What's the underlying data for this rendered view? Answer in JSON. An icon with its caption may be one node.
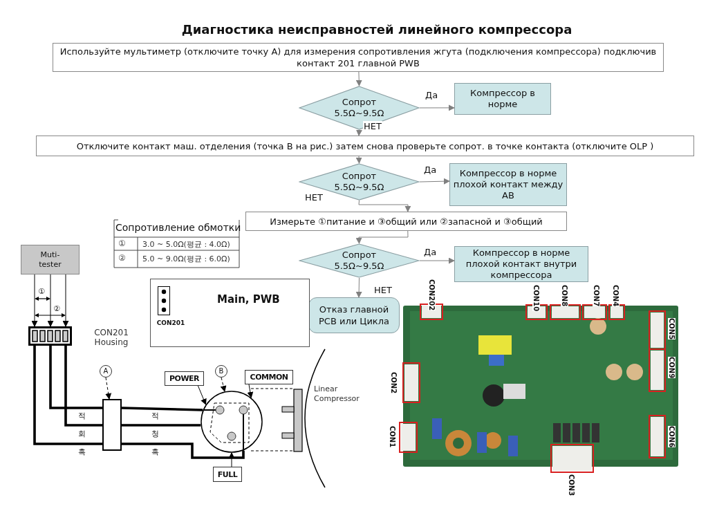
{
  "diagram": {
    "title": "Диагностика неисправностей линейного компрессора",
    "nodes": [
      {
        "text": [
          "Используйте мультиметр (отключите точку  A) для измерения сопротивления жгута (подключения компрессора) подключив контакт 201 главной PWB"
        ]
      },
      {
        "text": [
          "Сопрот 5.5Ω~9.5Ω"
        ]
      },
      {
        "text": [
          "Компрессор в норме"
        ]
      },
      {
        "text": [
          "Отключите контакт маш. отделения (точка B на рис.) затем снова проверьте сопрот. в  точке контакта (отключите  OLP )"
        ]
      },
      {
        "text": [
          "Сопрот 5.5Ω~9.5Ω"
        ]
      },
      {
        "text": [
          "Компрессор в норме плохой контакт между АВ"
        ]
      },
      {
        "text": [
          "Измерьте ①питание и ③общий или  ②запасной и ③общий"
        ]
      },
      {
        "text": [
          "Сопрот 5.5Ω~9.5Ω"
        ]
      },
      {
        "text": [
          "Компрессор в норме плохой контакт внутри компрессора"
        ]
      },
      {
        "text": [
          "Отказ главной PCB или Цикла"
        ]
      },
      {
        "text": [
          "Muti- tester"
        ]
      },
      {
        "text": [],
        "shape": "box",
        "beside": [
          "CON201 Housing"
        ]
      },
      {
        "text": [],
        "shape": "box"
      },
      {
        "text": [],
        "shape": "circle"
      },
      {
        "text": [
          "POWER"
        ]
      },
      {
        "text": [
          "COMMON"
        ]
      },
      {
        "text": [
          "FULL"
        ]
      },
      {
        "text": [
          "A"
        ]
      },
      {
        "text": [
          "B"
        ]
      },
      {
        "text": [
          "Main, PWB"
        ]
      },
      {
        "text": [],
        "shape": "box",
        "in": 19,
        "beside": [
          "CON201"
        ]
      }
    ],
    "edges": [
      {
        "from": 0,
        "to": 1,
        "arrow": "to",
        "color": "#808080"
      },
      {
        "from": 1,
        "to": 2,
        "arrow": "to",
        "label": "Да",
        "color": "#808080"
      },
      {
        "from": 1,
        "to": 3,
        "arrow": "to",
        "label": "НЕТ",
        "color": "#808080"
      },
      {
        "from": 3,
        "to": 4,
        "arrow": "to",
        "color": "#808080"
      },
      {
        "from": 4,
        "to": 5,
        "arrow": "to",
        "label": "Да",
        "color": "#808080"
      },
      {
        "from": 4,
        "to": 6,
        "arrow": "to",
        "label": "НЕТ",
        "color": "#808080"
      },
      {
        "from": 6,
        "to": 7,
        "arrow": "to",
        "color": "#808080"
      },
      {
        "from": 7,
        "to": 8,
        "arrow": "to",
        "label": "Да",
        "color": "#808080"
      },
      {
        "from": 7,
        "to": 9,
        "arrow": "to",
        "label": "НЕТ",
        "color": "#808080"
      },
      {
        "from": 10,
        "to": 11,
        "arrow": "to"
      },
      {
        "from": 10,
        "to": 11,
        "arrow": "to"
      },
      {
        "from": 10,
        "to": 11,
        "arrow": "to"
      },
      {
        "from": 11,
        "to": 12,
        "arrow": "none",
        "style": "thick"
      },
      {
        "from": 11,
        "to": 12,
        "arrow": "none",
        "style": "thick"
      },
      {
        "from": 11,
        "to": 12,
        "arrow": "none",
        "style": "thick"
      },
      {
        "from": 12,
        "to": 13,
        "arrow": "none",
        "style": "thick"
      },
      {
        "from": 12,
        "to": 13,
        "arrow": "none",
        "style": "thick"
      },
      {
        "from": 12,
        "to": 13,
        "arrow": "none",
        "style": "thick"
      },
      {
        "from": 17,
        "to": 12,
        "arrow": "to",
        "style": "dashed"
      },
      {
        "from": 18,
        "to": 13,
        "arrow": "to",
        "style": "dashed"
      },
      {
        "from": 14,
        "to": 13,
        "arrow": "to"
      },
      {
        "from": 15,
        "to": 13,
        "arrow": "to"
      },
      {
        "from": 16,
        "to": 13,
        "arrow": "to"
      }
    ],
    "labels": [
      "Сопротивление обмотки",
      "①",
      "3.0 ~ 5.0Ω(평균 : 4.0Ω)",
      "②",
      "5.0 ~ 9.0Ω(평균 : 6.0Ω)",
      "①",
      "②",
      "CON202",
      "CON10",
      "CON8",
      "CON7",
      "CON4",
      "CON5",
      "CON9",
      "CON2",
      "적",
      "적",
      "회",
      "청",
      "흑",
      "흑",
      "Linear Compressor",
      "CON1",
      "CON6",
      "CON3"
    ]
  }
}
